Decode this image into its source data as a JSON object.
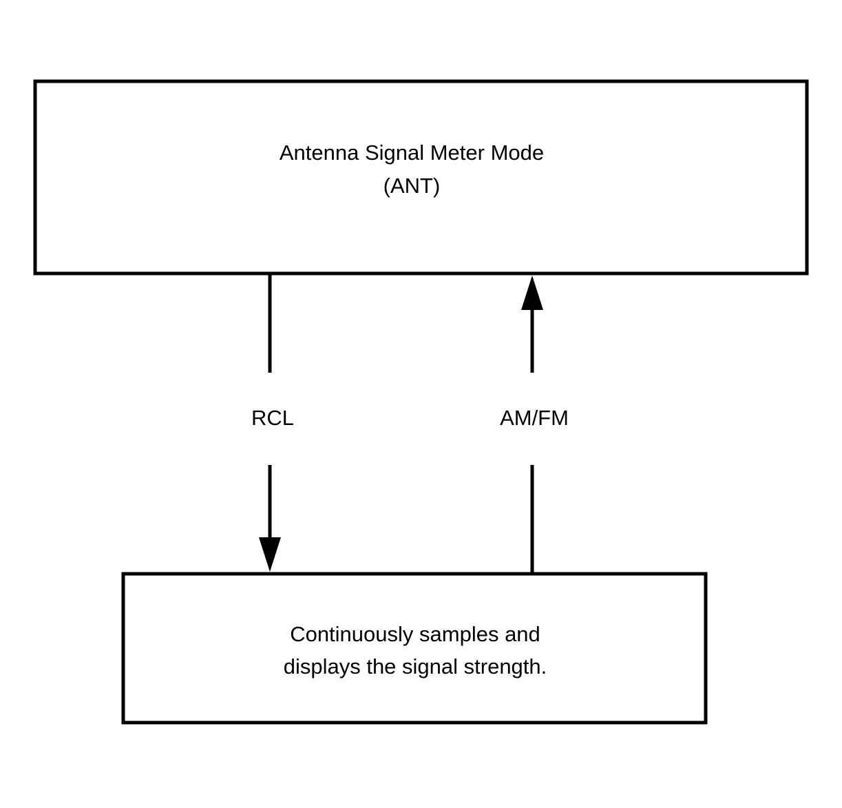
{
  "diagram": {
    "top_box": {
      "line1": "Antenna Signal Meter Mode",
      "line2": "(ANT)"
    },
    "bottom_box": {
      "line1": "Continuously samples and",
      "line2": "displays the signal strength."
    },
    "left_connector": {
      "label": "RCL",
      "direction": "down"
    },
    "right_connector": {
      "label": "AM/FM",
      "direction": "up"
    },
    "colors": {
      "stroke": "#000000",
      "background": "#ffffff"
    }
  }
}
